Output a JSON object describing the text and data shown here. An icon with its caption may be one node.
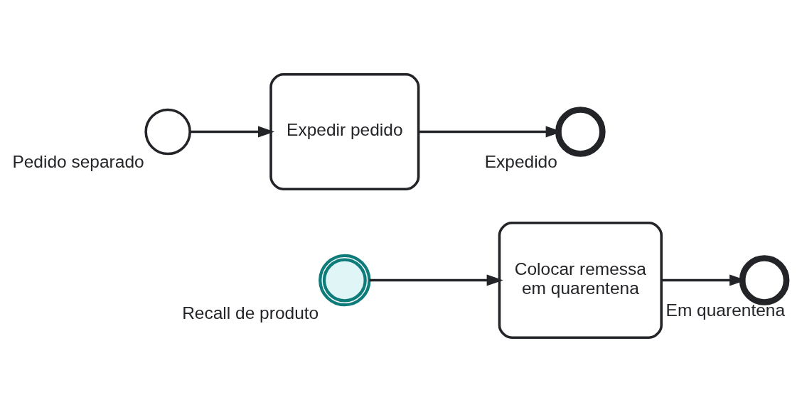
{
  "diagram": {
    "nodes": [
      {
        "text": [],
        "shape": "circle",
        "beside": [
          "Pedido separado"
        ]
      },
      {
        "text": [
          "Expedir pedido"
        ]
      },
      {
        "text": [],
        "shape": "circle",
        "beside": [
          "Expedido"
        ]
      },
      {
        "text": [],
        "shape": "circle",
        "beside": [
          "Recall de produto"
        ]
      },
      {
        "text": [
          "Colocar remessa em quarentena"
        ]
      },
      {
        "text": [],
        "shape": "circle",
        "beside": [
          "Em quarentena"
        ]
      }
    ],
    "edges": [
      {
        "from": 0,
        "to": 1,
        "arrow": "to"
      },
      {
        "from": 1,
        "to": 2,
        "arrow": "to"
      },
      {
        "from": 3,
        "to": 4,
        "arrow": "to"
      },
      {
        "from": 4,
        "to": 5,
        "arrow": "to"
      }
    ]
  }
}
